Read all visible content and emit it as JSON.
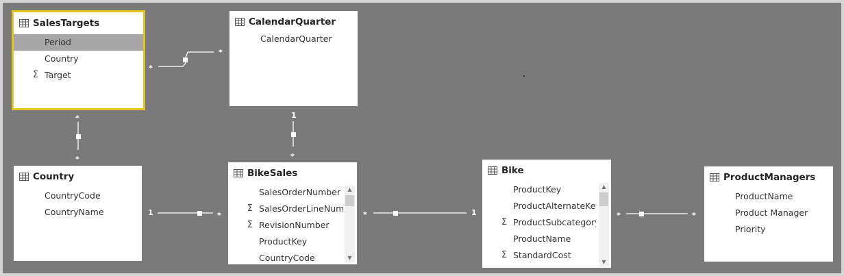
{
  "tables": {
    "sales_targets": {
      "title": "SalesTargets",
      "fields": [
        "Period",
        "Country",
        "Target"
      ]
    },
    "calendar_quarter": {
      "title": "CalendarQuarter",
      "fields": [
        "CalendarQuarter"
      ]
    },
    "country": {
      "title": "Country",
      "fields": [
        "CountryCode",
        "CountryName"
      ]
    },
    "bike_sales": {
      "title": "BikeSales",
      "fields": [
        "SalesOrderNumber",
        "SalesOrderLineNumb",
        "RevisionNumber",
        "ProductKey",
        "CountryCode"
      ]
    },
    "bike": {
      "title": "Bike",
      "fields": [
        "ProductKey",
        "ProductAlternateKey",
        "ProductSubcategory",
        "ProductName",
        "StandardCost"
      ]
    },
    "product_managers": {
      "title": "ProductManagers",
      "fields": [
        "ProductName",
        "Product Manager",
        "Priority"
      ]
    }
  },
  "relationships": {
    "salestargets_calendarquarter": {
      "from_card": "*",
      "to_card": "*"
    },
    "salestargets_country": {
      "from_card": "*",
      "to_card": "*"
    },
    "calendarquarter_bikesales": {
      "from_card": "1",
      "to_card": "*"
    },
    "country_bikesales": {
      "from_card": "1",
      "to_card": "*"
    },
    "bikesales_bike": {
      "from_card": "*",
      "to_card": "1"
    },
    "bike_productmanagers": {
      "from_card": "*",
      "to_card": "*"
    }
  },
  "icons": {
    "table": "table-grid-icon",
    "measure": "sigma-icon",
    "scroll_up": "chevron-up-icon",
    "scroll_down": "chevron-down-icon"
  },
  "colors": {
    "canvas": "#7a7a7a",
    "frame": "#d4d4d4",
    "card": "#ffffff",
    "selected_border": "#e8c21e",
    "highlight_row": "#a6a6a6",
    "line": "#ffffff"
  }
}
